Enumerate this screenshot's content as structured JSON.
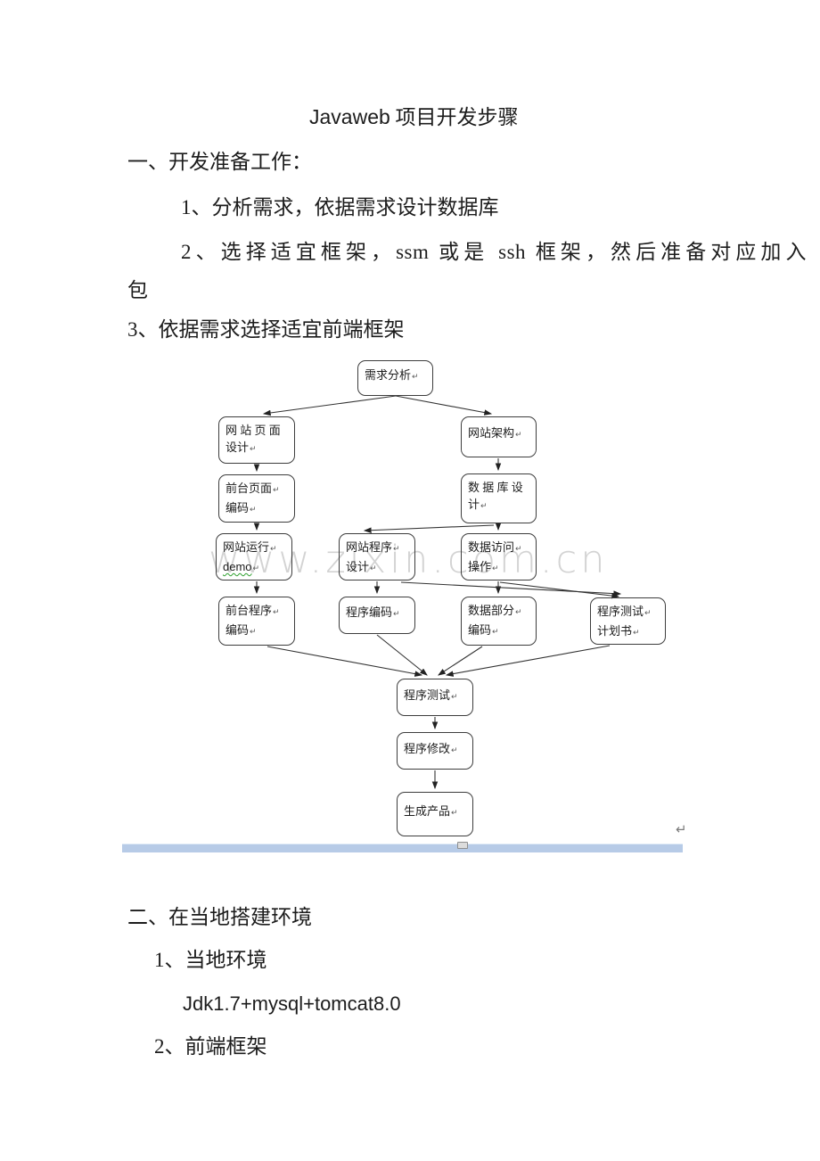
{
  "document": {
    "title": {
      "latin": "Javaweb",
      "cjk": " 项目开发步骤"
    },
    "heading1": "一、开发准备工作：",
    "item1": "1、分析需求，依据需求设计数据库",
    "item2": "2、选择适宜框架，ssm 或是 ssh 框架，然后准备对应加入",
    "item2_wrap": "包",
    "item3": "3、依据需求选择适宜前端框架",
    "heading2": "二、在当地搭建环境",
    "item4": "1、当地环境",
    "env_line": "Jdk1.7+mysql+tomcat8.0",
    "item5": "2、前端框架"
  },
  "flowchart": {
    "watermark": "www.zixin.com.cn",
    "pilcrow": "↵",
    "nodes": [
      {
        "id": "requirement-analysis",
        "lines": [
          "需求分析"
        ]
      },
      {
        "id": "website-page-design",
        "lines": [
          "网 站 页 面",
          "设计"
        ]
      },
      {
        "id": "website-architecture",
        "lines": [
          "网站架构"
        ]
      },
      {
        "id": "front-page-coding",
        "lines": [
          "前台页面",
          "编码"
        ]
      },
      {
        "id": "database-design",
        "lines": [
          "数 据 库 设",
          "计"
        ]
      },
      {
        "id": "website-run-demo",
        "lines": [
          "网站运行",
          "demo"
        ]
      },
      {
        "id": "website-program-design",
        "lines": [
          "网站程序",
          "设计"
        ]
      },
      {
        "id": "data-access-operation",
        "lines": [
          "数据访问",
          "操作"
        ]
      },
      {
        "id": "front-program-coding",
        "lines": [
          "前台程序",
          "编码"
        ]
      },
      {
        "id": "program-coding",
        "lines": [
          "程序编码"
        ]
      },
      {
        "id": "data-part-coding",
        "lines": [
          "数据部分",
          "编码"
        ]
      },
      {
        "id": "program-test-plan",
        "lines": [
          "程序测试",
          "计划书"
        ]
      },
      {
        "id": "program-testing",
        "lines": [
          "程序测试"
        ]
      },
      {
        "id": "program-fixing",
        "lines": [
          "程序修改"
        ]
      },
      {
        "id": "product-release",
        "lines": [
          "生成产品"
        ]
      }
    ]
  },
  "colors": {
    "text": "#1c1c1c",
    "box_border": "#3d3d3d",
    "watermark": "#c9c9c9",
    "scrollbar": "#b7cbe7",
    "spell_squiggle": "#2ca02c"
  }
}
